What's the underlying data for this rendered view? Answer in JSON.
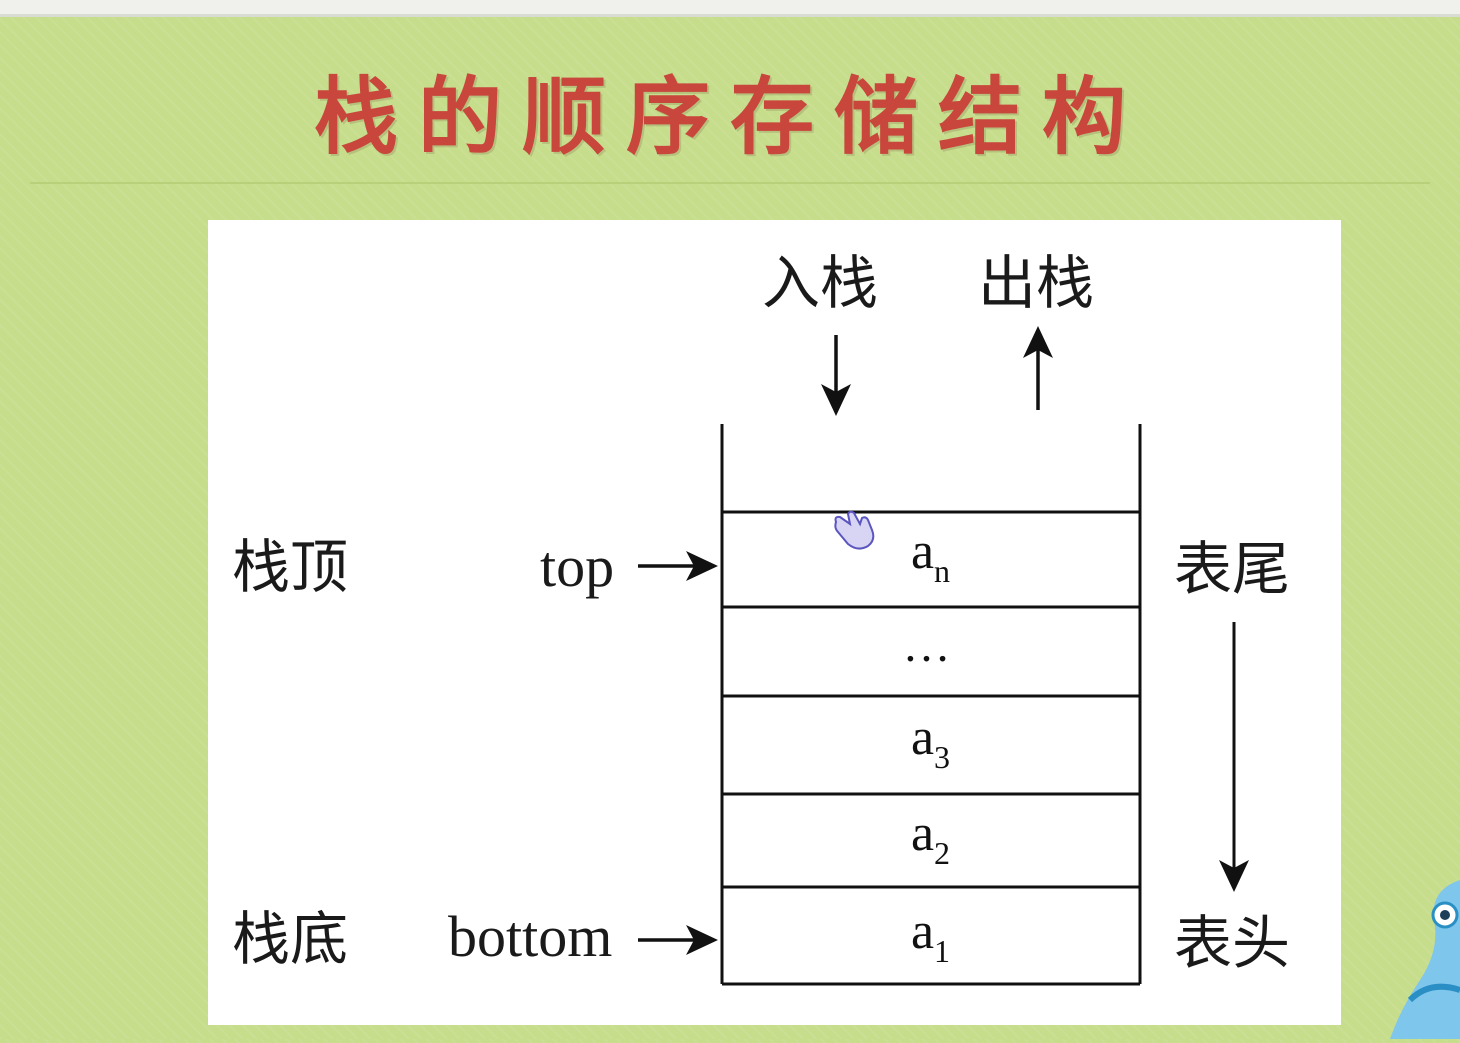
{
  "title": "栈的顺序存储结构",
  "diagram": {
    "push_label": "入栈",
    "pop_label": "出栈",
    "top_left_label": "栈顶",
    "bottom_left_label": "栈底",
    "top_pointer": "top",
    "bottom_pointer": "bottom",
    "top_right_label": "表尾",
    "bottom_right_label": "表头",
    "cells": [
      {
        "base": "a",
        "sub": "n"
      },
      {
        "ellipsis": "…"
      },
      {
        "base": "a",
        "sub": "3"
      },
      {
        "base": "a",
        "sub": "2"
      },
      {
        "base": "a",
        "sub": "1"
      }
    ]
  },
  "colors": {
    "background": "#c6dd8c",
    "title": "#c8463c",
    "panel": "#ffffff",
    "ink": "#111111"
  }
}
